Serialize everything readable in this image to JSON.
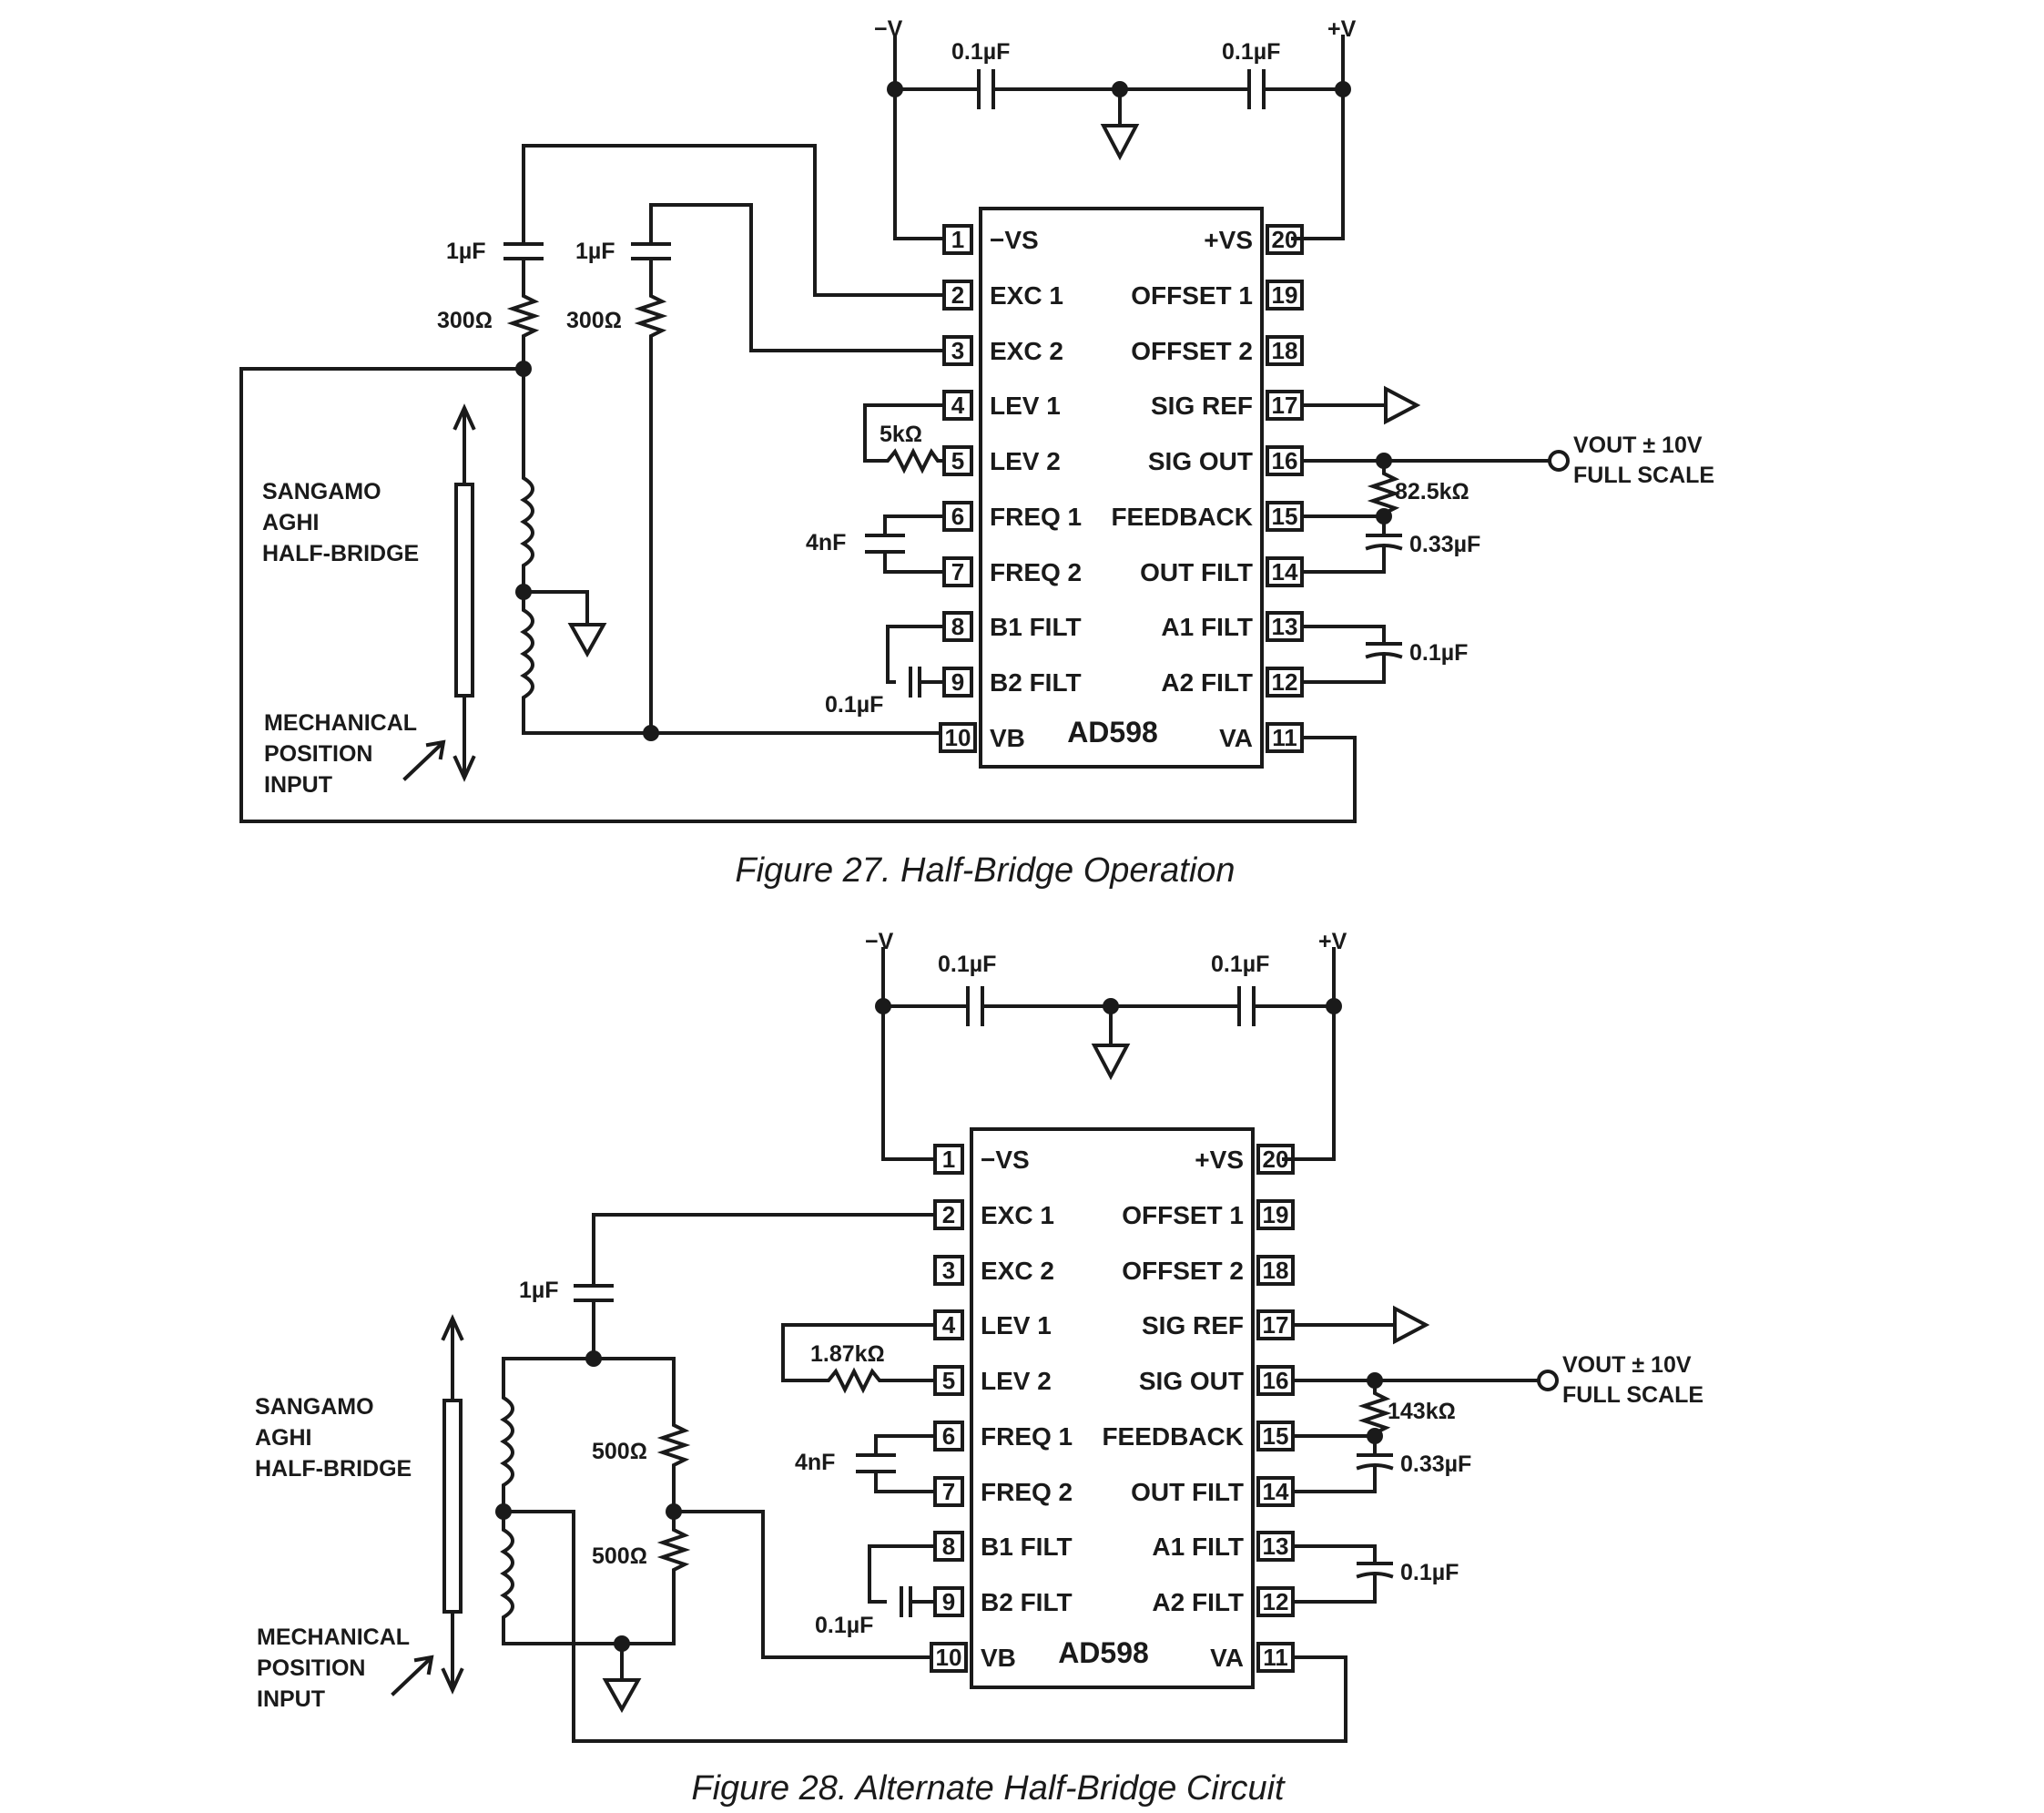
{
  "chip_label": "AD598",
  "pins_left": [
    {
      "n": "1",
      "label": "−VS"
    },
    {
      "n": "2",
      "label": "EXC 1"
    },
    {
      "n": "3",
      "label": "EXC 2"
    },
    {
      "n": "4",
      "label": "LEV 1"
    },
    {
      "n": "5",
      "label": "LEV 2"
    },
    {
      "n": "6",
      "label": "FREQ 1"
    },
    {
      "n": "7",
      "label": "FREQ 2"
    },
    {
      "n": "8",
      "label": "B1 FILT"
    },
    {
      "n": "9",
      "label": "B2 FILT"
    },
    {
      "n": "10",
      "label": "VB"
    }
  ],
  "pins_right": [
    {
      "n": "20",
      "label": "+VS"
    },
    {
      "n": "19",
      "label": "OFFSET 1"
    },
    {
      "n": "18",
      "label": "OFFSET 2"
    },
    {
      "n": "17",
      "label": "SIG REF"
    },
    {
      "n": "16",
      "label": "SIG OUT"
    },
    {
      "n": "15",
      "label": "FEEDBACK"
    },
    {
      "n": "14",
      "label": "OUT FILT"
    },
    {
      "n": "13",
      "label": "A1 FILT"
    },
    {
      "n": "12",
      "label": "A2 FILT"
    },
    {
      "n": "11",
      "label": "VA"
    }
  ],
  "common": {
    "neg_v": "−V",
    "pos_v": "+V",
    "supply_cap": "0.1µF",
    "freq_cap": "4nF",
    "b_filt_cap": "0.1µF",
    "out_filt_cap": "0.33µF",
    "a_filt_cap": "0.1µF",
    "vout": "VOUT ± 10V",
    "full_scale": "FULL SCALE",
    "sensor_line1": "SANGAMO",
    "sensor_line2": "AGHI",
    "sensor_line3": "HALF-BRIDGE",
    "mech_line1": "MECHANICAL",
    "mech_line2": "POSITION",
    "mech_line3": "INPUT"
  },
  "figures": [
    {
      "caption": "Figure 27.  Half-Bridge Operation",
      "exc_cap_1": "1µF",
      "exc_cap_2": "1µF",
      "exc_res_1": "300Ω",
      "exc_res_2": "300Ω",
      "lev_res": "5kΩ",
      "feedback_res": "82.5kΩ"
    },
    {
      "caption": "Figure 28.  Alternate Half-Bridge Circuit",
      "exc_cap_1": "1µF",
      "bridge_res_1": "500Ω",
      "bridge_res_2": "500Ω",
      "lev_res": "1.87kΩ",
      "feedback_res": "143kΩ"
    }
  ]
}
